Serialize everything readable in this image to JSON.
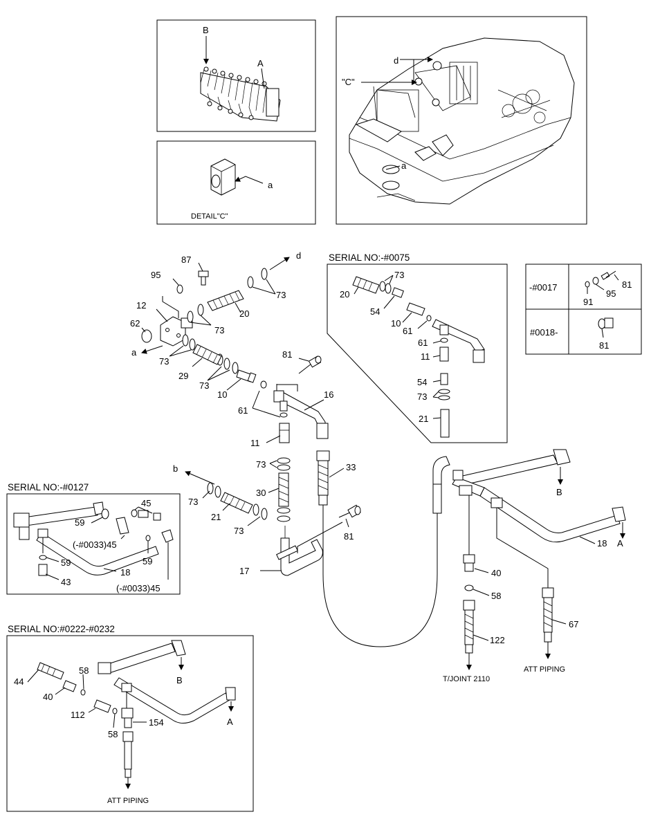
{
  "detail_boxes": {
    "valve_labels": [
      "B",
      "A"
    ],
    "machine_labels": [
      "d",
      "\"C\"",
      "a"
    ],
    "detail_c_label": "DETAIL\"C\"",
    "detail_c_pointer": "a"
  },
  "main_callouts": {
    "c87": "87",
    "c95": "95",
    "c12": "12",
    "c62": "62",
    "c_a": "a",
    "c73_1": "73",
    "c73_2": "73",
    "c73_3": "73",
    "c73_4": "73",
    "c73_5": "73",
    "c73_6": "73",
    "c73_7": "73",
    "c20": "20",
    "c_d": "d",
    "c29": "29",
    "c10": "10",
    "c81_1": "81",
    "c61": "61",
    "c16": "16",
    "c11": "11",
    "c33": "33",
    "c_b": "b",
    "c21": "21",
    "c30": "30",
    "c81_2": "81",
    "c17": "17",
    "c18": "18",
    "c_A": "A",
    "c_B": "B",
    "c40": "40",
    "c58": "58",
    "c67": "67",
    "c122": "122",
    "tjoint": "T/JOINT 2110",
    "att_piping": "ATT PIPING"
  },
  "serial_0075": {
    "title": "SERIAL NO:-#0075",
    "c73": "73",
    "c20": "20",
    "c54_1": "54",
    "c10": "10",
    "c61_1": "61",
    "c61_2": "61",
    "c11": "11",
    "c54_2": "54",
    "c73_2": "73",
    "c21": "21"
  },
  "variant_table": {
    "row1_serial": "-#0017",
    "row1_parts": [
      "81",
      "91",
      "95"
    ],
    "row2_serial": "#0018-",
    "row2_parts": [
      "81"
    ]
  },
  "serial_0127": {
    "title": "SERIAL NO:-#0127",
    "c45_1": "45",
    "c59_1": "59",
    "c0033_45_1": "(-#0033)45",
    "c59_2": "59",
    "c59_3": "59",
    "c18": "18",
    "c43": "43",
    "c0033_45_2": "(-#0033)45"
  },
  "serial_0222": {
    "title": "SERIAL NO:#0222-#0232",
    "c44": "44",
    "c58_1": "58",
    "c40": "40",
    "c112": "112",
    "c58_2": "58",
    "c154": "154",
    "c_B": "B",
    "c_A": "A",
    "att_piping": "ATT PIPING"
  }
}
